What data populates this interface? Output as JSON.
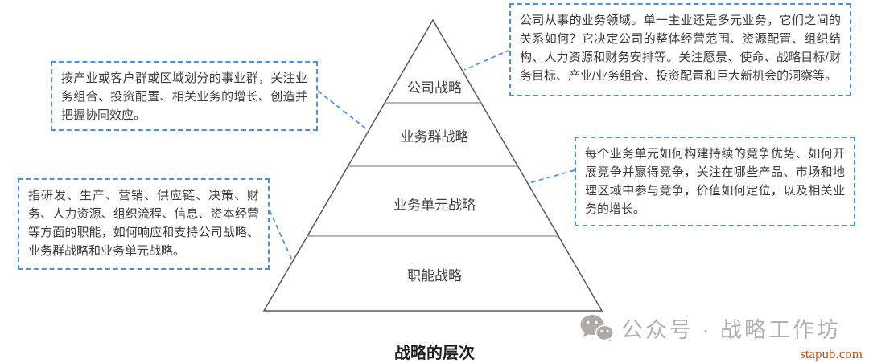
{
  "title": "战略的层次",
  "pyramid": {
    "levels": [
      {
        "id": "corporate",
        "label": "公司战略"
      },
      {
        "id": "business_group",
        "label": "业务群战略"
      },
      {
        "id": "business_unit",
        "label": "业务单元战略"
      },
      {
        "id": "functional",
        "label": "职能战略"
      }
    ]
  },
  "annotations": {
    "corporate": {
      "text": "公司从事的业务领域。单一主业还是多元业务，它们之间的关系如何？它决定公司的整体经营范围、资源配置、组织结构、人力资源和财务安排等。关注愿景、使命、战略目标/财务目标、产业/业务组合、投资配置和巨大新机会的洞察等。"
    },
    "business_group": {
      "text": "按产业或客户群或区域划分的事业群，关注业务组合、投资配置、相关业务的增长、创造并把握协同效应。"
    },
    "business_unit": {
      "text": "每个业务单元如何构建持续的竞争优势、如何开展竞争并赢得竞争，关注在哪些产品、市场和地理区域中参与竞争，价值如何定位，以及相关业务的增长。"
    },
    "functional": {
      "text": "指研发、生产、营销、供应链、决策、财务、人力资源、组织流程、信息、资本经营等方面的职能，如何响应和支持公司战略、业务群战略和业务单元战略。"
    }
  },
  "watermark": {
    "icon": "wechat-icon",
    "label": "公众号 · 战略工作坊",
    "site": "stapub.com"
  },
  "colors": {
    "accent_blue": "#4a90e2",
    "pyramid_stroke": "#595959",
    "divider_gray": "#8c8c8c",
    "text": "#3d3d3d",
    "watermark_gray": "#b3b0b0",
    "site_orange": "#c05617"
  }
}
